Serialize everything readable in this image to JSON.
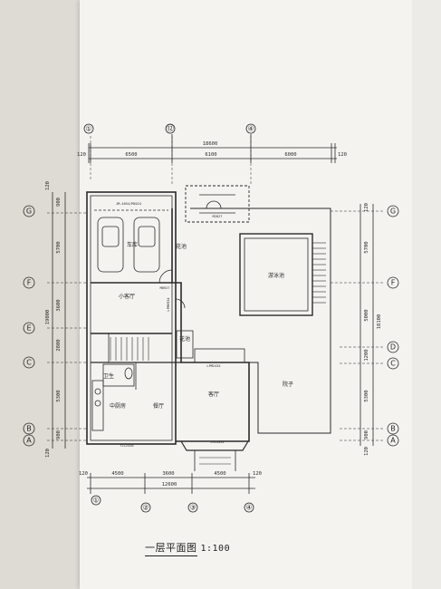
{
  "drawing": {
    "title": "一层平面图",
    "scale": "1:100"
  },
  "axes": {
    "top_labels": [
      "①",
      "⑫",
      "④"
    ],
    "bottom_labels": [
      "①",
      "②",
      "③",
      "④"
    ],
    "left_labels": [
      "G",
      "F",
      "E",
      "C",
      "B",
      "A"
    ],
    "right_labels": [
      "G",
      "F",
      "D",
      "C",
      "B",
      "A"
    ]
  },
  "dimensions": {
    "top_total": "18600",
    "top_segments": [
      "6500",
      "6100",
      "6000"
    ],
    "top_end_left": "120",
    "top_end_right": "120",
    "bottom_segments": [
      "4500",
      "3600",
      "4500"
    ],
    "bottom_total": "12600",
    "bottom_end_left": "120",
    "bottom_end_right": "120",
    "left_segments": [
      "900",
      "5700",
      "3600",
      "2800",
      "5300",
      "900"
    ],
    "left_total": "19000",
    "left_end_top": "120",
    "left_end_bottom": "120",
    "right_segments": [
      "120",
      "5700",
      "5000",
      "1200",
      "5300",
      "900"
    ],
    "right_total": "18100",
    "right_end_bottom": "120"
  },
  "rooms": {
    "garage": "车库",
    "flower_bed_1": "花池",
    "pool": "游泳池",
    "small_living": "小客厅",
    "flower_bed_2": "花池",
    "kitchen": "中厨房",
    "dining": "餐厅",
    "living": "客厅",
    "yard": "院子",
    "wc": "卫生"
  },
  "tags": {
    "garage_door": "JM-4054/M5024",
    "window_top": "M2027",
    "window_mid": "LPM0924",
    "window_living": "LPM2434",
    "window_bottom": "LMC2034",
    "window_kitchen": "TLC2420",
    "door_small": "M0927"
  }
}
